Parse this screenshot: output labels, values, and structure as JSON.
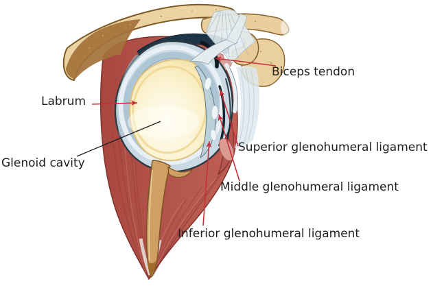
{
  "diagram": {
    "background_color": "#ffffff",
    "pointer_color_red": "#c6303a",
    "pointer_color_black": "#1c1c1c",
    "label_text_color": "#1e1e1e",
    "labels": [
      {
        "id": "biceps-tendon",
        "text": "Biceps tendon"
      },
      {
        "id": "labrum",
        "text": "Labrum"
      },
      {
        "id": "glenoid-cavity",
        "text": "Glenoid cavity"
      },
      {
        "id": "superior-glenohumeral-ligament",
        "text": "Superior glenohumeral ligament"
      },
      {
        "id": "middle-glenohumeral-ligament",
        "text": "Middle glenohumeral ligament"
      },
      {
        "id": "inferior-glenohumeral-ligament",
        "text": "Inferior glenohumeral ligament"
      }
    ],
    "illustration_colors": {
      "bone_tan": "#ebd3a3",
      "bone_brown": "#a3713a",
      "bone_outline": "#7d5a26",
      "muscle_red": "#b0524b",
      "muscle_dark_red": "#8e3b34",
      "muscle_highlight": "#c97e74",
      "muscle_pink": "#dca19a",
      "capsule_blue_gray": "#c9dae4",
      "ligament_white": "#e8eff3",
      "cavity_cream": "#fcf5dc",
      "cavity_gold_rim": "#edd48c",
      "dark_navy": "#1d3545",
      "tendon_tan": "#cf9f63"
    }
  }
}
